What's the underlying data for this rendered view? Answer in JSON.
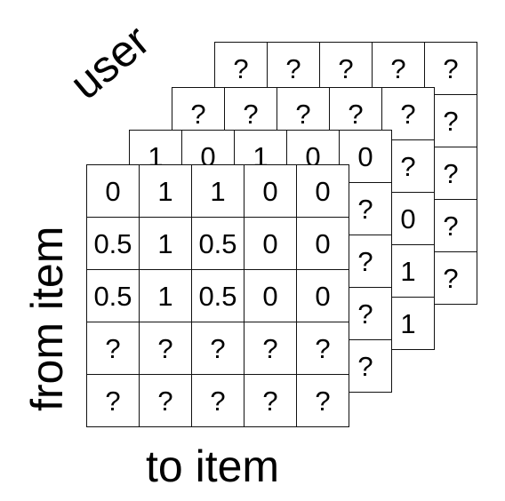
{
  "labels": {
    "user": "user",
    "from_item": "from item",
    "to_item": "to item"
  },
  "layers": [
    {
      "cells": [
        [
          "0",
          "1",
          "1",
          "0",
          "0"
        ],
        [
          "0.5",
          "1",
          "0.5",
          "0",
          "0"
        ],
        [
          "0.5",
          "1",
          "0.5",
          "0",
          "0"
        ],
        [
          "?",
          "?",
          "?",
          "?",
          "?"
        ],
        [
          "?",
          "?",
          "?",
          "?",
          "?"
        ]
      ]
    },
    {
      "cells": [
        [
          "1",
          "0",
          "1",
          "0",
          "0"
        ],
        [
          "",
          "",
          "",
          "",
          "?"
        ],
        [
          "",
          "",
          "",
          "",
          "?"
        ],
        [
          "",
          "",
          "",
          "",
          "?"
        ],
        [
          "",
          "",
          "",
          "",
          "?"
        ]
      ]
    },
    {
      "cells": [
        [
          "?",
          "?",
          "?",
          "?",
          "?"
        ],
        [
          "",
          "",
          "",
          "",
          "?"
        ],
        [
          "",
          "",
          "",
          "",
          "0"
        ],
        [
          "",
          "",
          "",
          "",
          "1"
        ],
        [
          "",
          "",
          "",
          "",
          "1"
        ]
      ]
    },
    {
      "cells": [
        [
          "?",
          "?",
          "?",
          "?",
          "?"
        ],
        [
          "",
          "",
          "",
          "",
          "?"
        ],
        [
          "",
          "",
          "",
          "",
          "?"
        ],
        [
          "",
          "",
          "",
          "",
          "?"
        ],
        [
          "",
          "",
          "",
          "",
          "?"
        ]
      ]
    }
  ]
}
